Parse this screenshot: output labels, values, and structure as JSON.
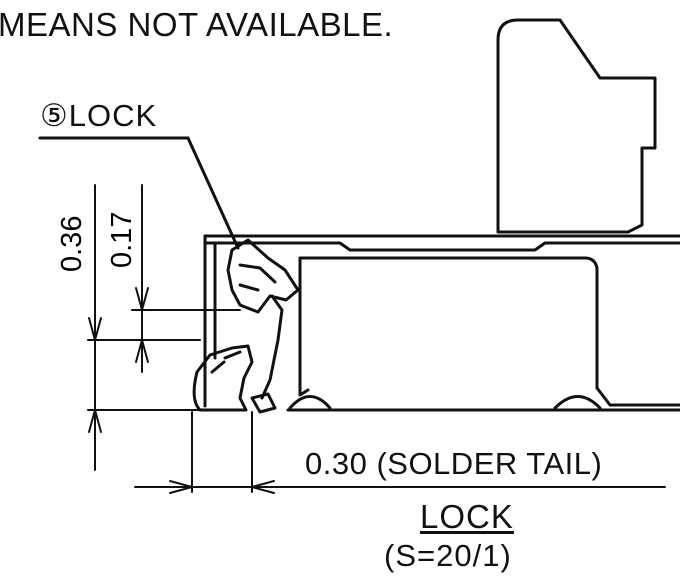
{
  "note": "MEANS NOT AVAILABLE.",
  "callout": {
    "lock": "⑤LOCK"
  },
  "dimensions": {
    "overall_height": "0.36",
    "lock_height": "0.17",
    "solder_tail": "0.30 (SOLDER TAIL)"
  },
  "view": {
    "title": "LOCK",
    "scale": "(S=20/1)"
  }
}
